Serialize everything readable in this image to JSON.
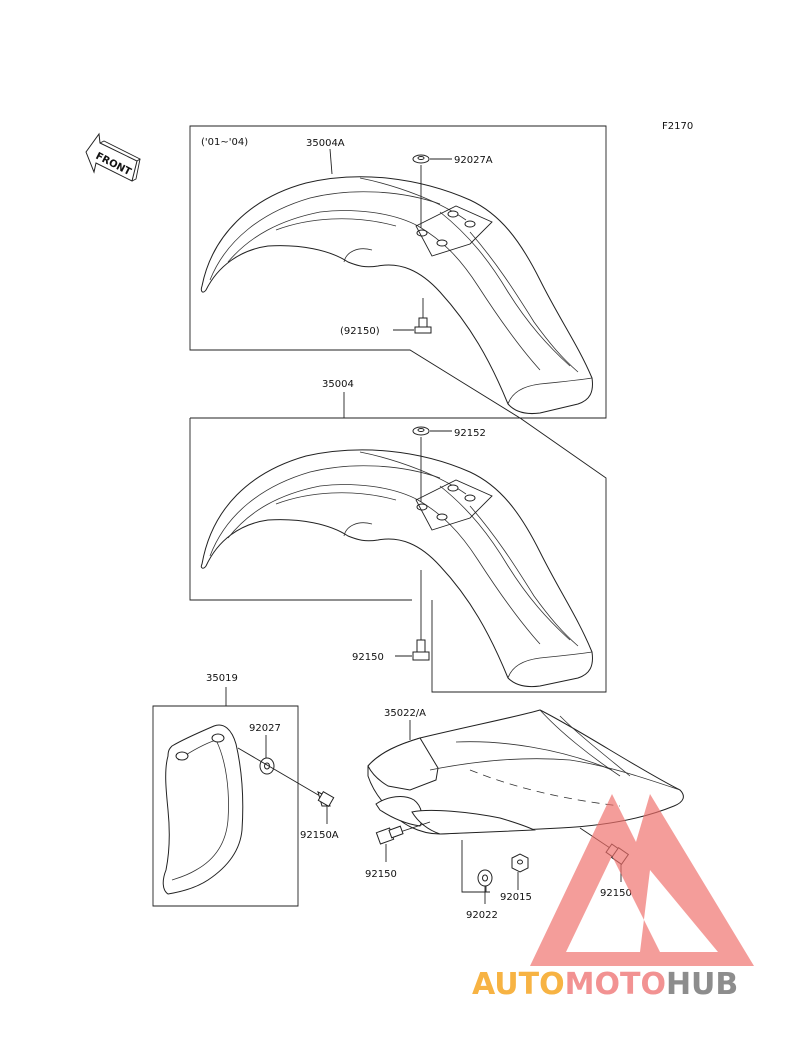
{
  "diagram_code": "F2170",
  "front_label": "FRONT",
  "year_range": "('01~'04)",
  "labels": {
    "p35004A": "35004A",
    "p92027A": "92027A",
    "p92150_paren": "(92150)",
    "p35004": "35004",
    "p92152": "92152",
    "p92150_mid": "92150",
    "p35019": "35019",
    "p92027": "92027",
    "p92150A": "92150A",
    "p35022A": "35022/A",
    "p92150_rear_left": "92150",
    "p92015": "92015",
    "p92022": "92022",
    "p92150_rear_right": "92150"
  },
  "watermark": {
    "part1": "AUTO",
    "part2": "MOTO",
    "part3": "HUB",
    "color1": "#f6a623",
    "color2": "#f08080",
    "color3": "#7a7a7a",
    "triangle_color": "#ef6f6a"
  }
}
